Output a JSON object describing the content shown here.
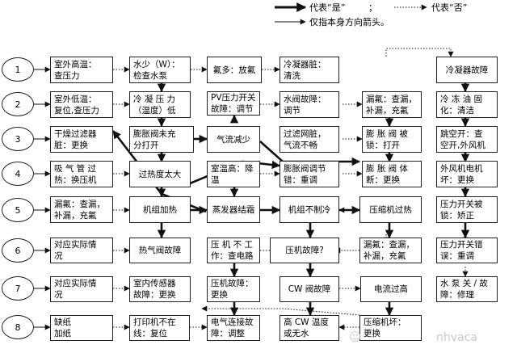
{
  "legend": {
    "yes": "代表“是”",
    "semicolon": "；",
    "no": "代表“否”",
    "direction": "仅指本身方向箭头。"
  },
  "row_numbers": [
    "1",
    "2",
    "3",
    "4",
    "5",
    "6",
    "7",
    "8"
  ],
  "boxes": {
    "r1c1": "室外高温：\n查压力",
    "r1c2": "水少（W）：\n检查水泵",
    "r1c3": "氟多：放氟",
    "r1c4": "冷凝器脏：\n清洗",
    "r1c6": "冷凝器故障",
    "r2c1": "室外低温：\n复位,查压力",
    "r2c2": "冷 凝 压 力\n（温度）低",
    "r2c3": "PV压力开关\n故障：调节",
    "r2c4": "水阀故障：\n调节",
    "r2c5": "漏氟：查漏，\n补漏，充氟",
    "r2c6": "冷 冻 油 固\n化：清洁",
    "r3c1": "干燥过滤器\n脏：更换",
    "r3c2": "膨胀阀未充\n分打开",
    "r3c3": "气流减少",
    "r3c4": "过滤网脏，\n气流不畅",
    "r3c5": "膨 胀 阀 被\n锁：打开",
    "r3c6": "跳空开：查\n空开,外风机",
    "r4c1": "吸 气 管 过\n热：换压机",
    "r4c2": "过热度太大",
    "r4c3": "室温高：降\n温",
    "r4c4": "膨胀阀调节\n错：重调",
    "r4c5": "膨 胀 阀 体\n断：更换",
    "r4c6": "外风机电机\n坏：更换",
    "r5c1": "漏氟：查漏，\n补漏，充氟",
    "r5c2": "机组加热",
    "r5c3": "蒸发器结霜",
    "r5c4": "机组不制冷",
    "r5c5": "压缩机过热",
    "r5c6": "压力开关被\n锁：矫正",
    "r6c1": "对应实际情\n况",
    "r6c2": "热气阀故障",
    "r6c3": "压 机 不 工\n作：查电路",
    "r6c4": "压机故障?",
    "r6c5": "漏氟：查漏，\n补漏，充氟",
    "r6c6": "压力开关错\n误：重调",
    "r7c1": "对应实际情\n况",
    "r7c2": "室内传感器\n故障：更换",
    "r7c3": "压机故障：\n更换",
    "r7c4": "CW 阀故障",
    "r7c5": "电流过高",
    "r7c6": "水 泵 关 / 故\n障：修理",
    "r8c1": "缺纸\n加纸",
    "r8c2": "打印机不在\n线：复位",
    "r8c3": "电气连接故\n障：调整",
    "r8c4": "高 CW 温度\n或无水",
    "r8c5": "压缩机坏：\n更换"
  },
  "watermark": "nhvaca",
  "colors": {
    "line": "#111111",
    "box_border": "#222222",
    "watermark": "#c9c9c9"
  }
}
